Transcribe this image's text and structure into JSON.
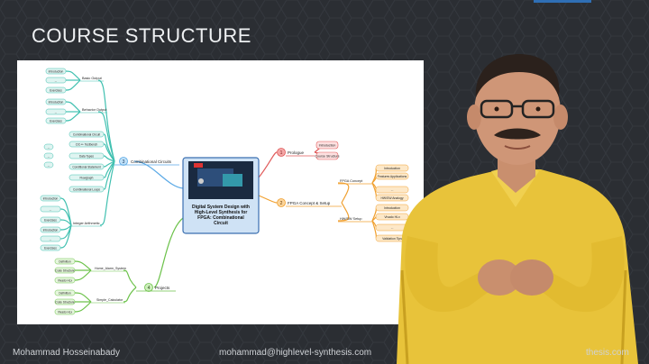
{
  "slide_title": "COURSE STRUCTURE",
  "footer": {
    "name": "Mohammad Hosseinabady",
    "email": "mohammad@highlevel-synthesis.com",
    "partial": "thesis.com"
  },
  "mindmap": {
    "center_lines": [
      "Digital System Design with",
      "High-Level Synthesis for",
      "FPGA: Combinational",
      "Circuit"
    ],
    "branch1": {
      "num": "1",
      "label": "Prologue",
      "children": [
        "Introduction",
        "Course Structure"
      ]
    },
    "branch2": {
      "num": "2",
      "label": "FPGA Concept & Setup",
      "fpga_concept": "FPGA Concept",
      "fpga_children": [
        "Introduction",
        "Features Applications",
        "...",
        "HW/SW Analogy"
      ],
      "hw_setup": "HW/SW Setup",
      "setup_children": [
        "Introduction",
        "Vivado HLx",
        "...",
        "Validation Tips"
      ]
    },
    "branch3": {
      "num": "3",
      "label": "Combinational Circuits",
      "basic_output": "Basic Output",
      "basic_children": [
        "Introduction",
        "...",
        "Exercises"
      ],
      "behavior_output": "Behavior Output",
      "behavior_children": [
        "Introduction",
        "...",
        "Exercises"
      ],
      "mid_items": [
        "Combinational Circuit",
        "C/C++ Testbench",
        "Data Types",
        "Conditional Statement",
        "Flowgraph",
        "Combinational Loops"
      ],
      "dots": [
        "...",
        "...",
        "..."
      ],
      "integer": "Integer Arithmetic",
      "integer_children": [
        "Introduction",
        "...",
        "Exercises",
        "Introduction",
        "...",
        "Exercises"
      ]
    },
    "branch4": {
      "num": "4",
      "label": "Projects",
      "proj1": "Home_Alarm_System",
      "proj1_children": [
        "Definition",
        "Code Structure",
        "Vivado HLx"
      ],
      "proj2": "Simple_Calculator",
      "proj2_children": [
        "Definition",
        "Code Structure",
        "Vivado HLx"
      ]
    }
  },
  "colors": {
    "background": "#2b2e33",
    "blue_branch": "#5aa9e6",
    "red_branch": "#e05a5a",
    "orange_branch": "#f0a030",
    "teal_branch": "#40c0b0",
    "green_branch": "#6cc24a"
  }
}
